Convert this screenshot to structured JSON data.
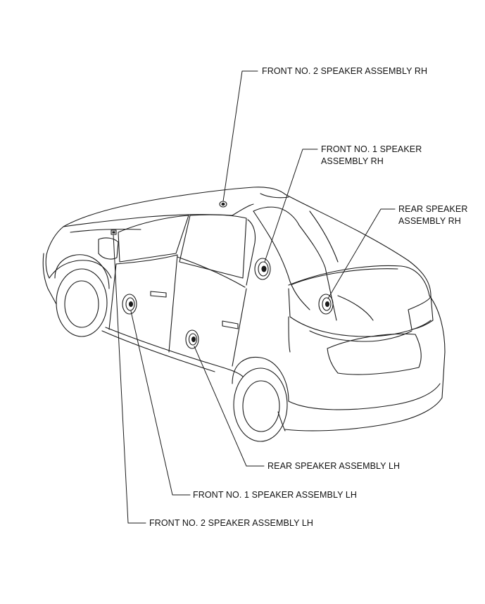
{
  "diagram": {
    "labels": {
      "front_no2_rh": "FRONT NO. 2 SPEAKER ASSEMBLY RH",
      "front_no1_rh_line1": "FRONT NO. 1 SPEAKER",
      "front_no1_rh_line2": "ASSEMBLY RH",
      "rear_rh_line1": "REAR SPEAKER",
      "rear_rh_line2": "ASSEMBLY RH",
      "rear_lh": "REAR SPEAKER ASSEMBLY LH",
      "front_no1_lh": "FRONT NO. 1 SPEAKER ASSEMBLY LH",
      "front_no2_lh": "FRONT NO. 2 SPEAKER ASSEMBLY LH"
    },
    "colors": {
      "line": "#1a1a1a",
      "background": "#ffffff"
    }
  }
}
